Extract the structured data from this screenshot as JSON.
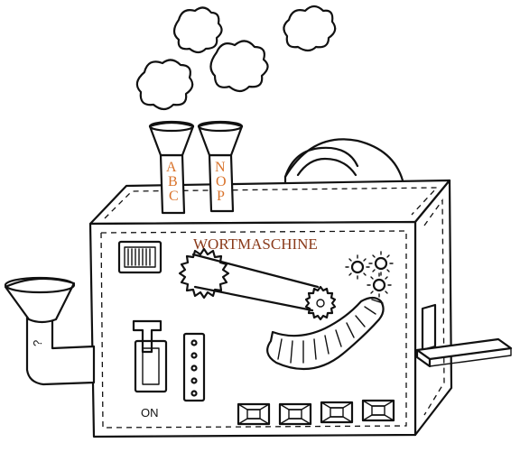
{
  "machine": {
    "title": "WORTMASCHINE",
    "chimney_left_letters": [
      "A",
      "B",
      "C"
    ],
    "chimney_right_letters": [
      "N",
      "O",
      "P"
    ],
    "switch_label": "ON",
    "funnel_mark": "?",
    "colors": {
      "ink": "#111111",
      "chimney_letters": "#d9722a",
      "title": "#8a3a1a",
      "background": "#ffffff"
    }
  }
}
